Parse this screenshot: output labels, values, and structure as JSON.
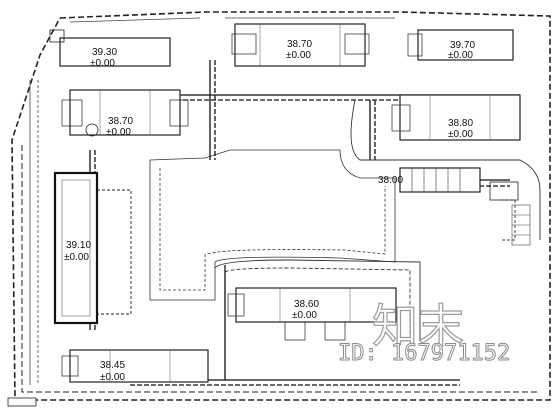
{
  "buildings": [
    {
      "elevation": "39.30",
      "zero": "±0.00"
    },
    {
      "elevation": "38.70",
      "zero": "±0.00"
    },
    {
      "elevation": "39.70",
      "zero": "±0.00"
    },
    {
      "elevation": "38.70",
      "zero": "±0.00"
    },
    {
      "elevation": "38.80",
      "zero": "±0.00"
    },
    {
      "elevation": "39.10",
      "zero": "±0.00"
    },
    {
      "elevation": "38.45",
      "zero": "±0.00"
    },
    {
      "elevation": "38.60",
      "zero": "±0.00"
    },
    {
      "elevation": "38.00",
      "zero": ""
    }
  ],
  "courtyard": {
    "label": "",
    "sub_label": ""
  },
  "watermark": {
    "logo_text": "知末",
    "id_text": "ID: 167971152"
  },
  "colors": {
    "line": "#222222",
    "pipe": "#111111",
    "light": "#777777"
  }
}
